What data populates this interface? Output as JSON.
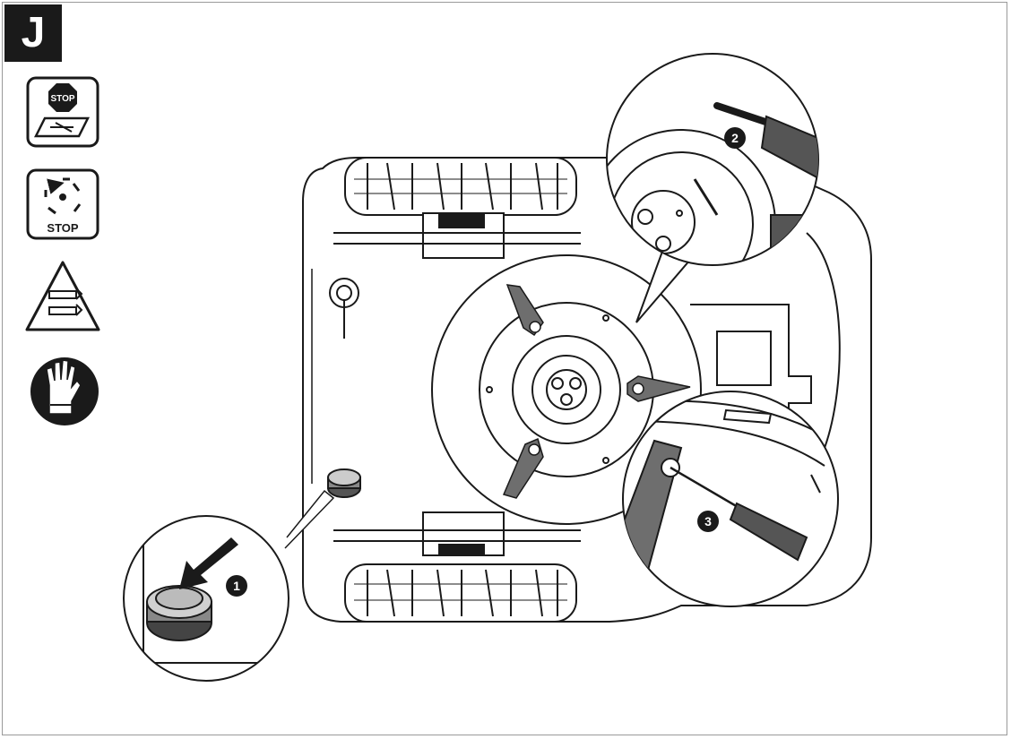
{
  "section": {
    "letter": "J"
  },
  "icons": {
    "stop_manual": {
      "icon": "stop-read-manual-icon",
      "text": "STOP"
    },
    "stop_rotation": {
      "icon": "stop-rotating-blades-icon",
      "text": "STOP"
    },
    "hand_warning": {
      "icon": "hand-cut-warning-icon"
    },
    "gloves": {
      "icon": "gloves-icon"
    }
  },
  "callouts": {
    "step1": "1",
    "step2": "2",
    "step3": "3"
  },
  "colors": {
    "ink": "#1a1a1a",
    "blade": "#6e6e6e",
    "line": "#222222"
  }
}
